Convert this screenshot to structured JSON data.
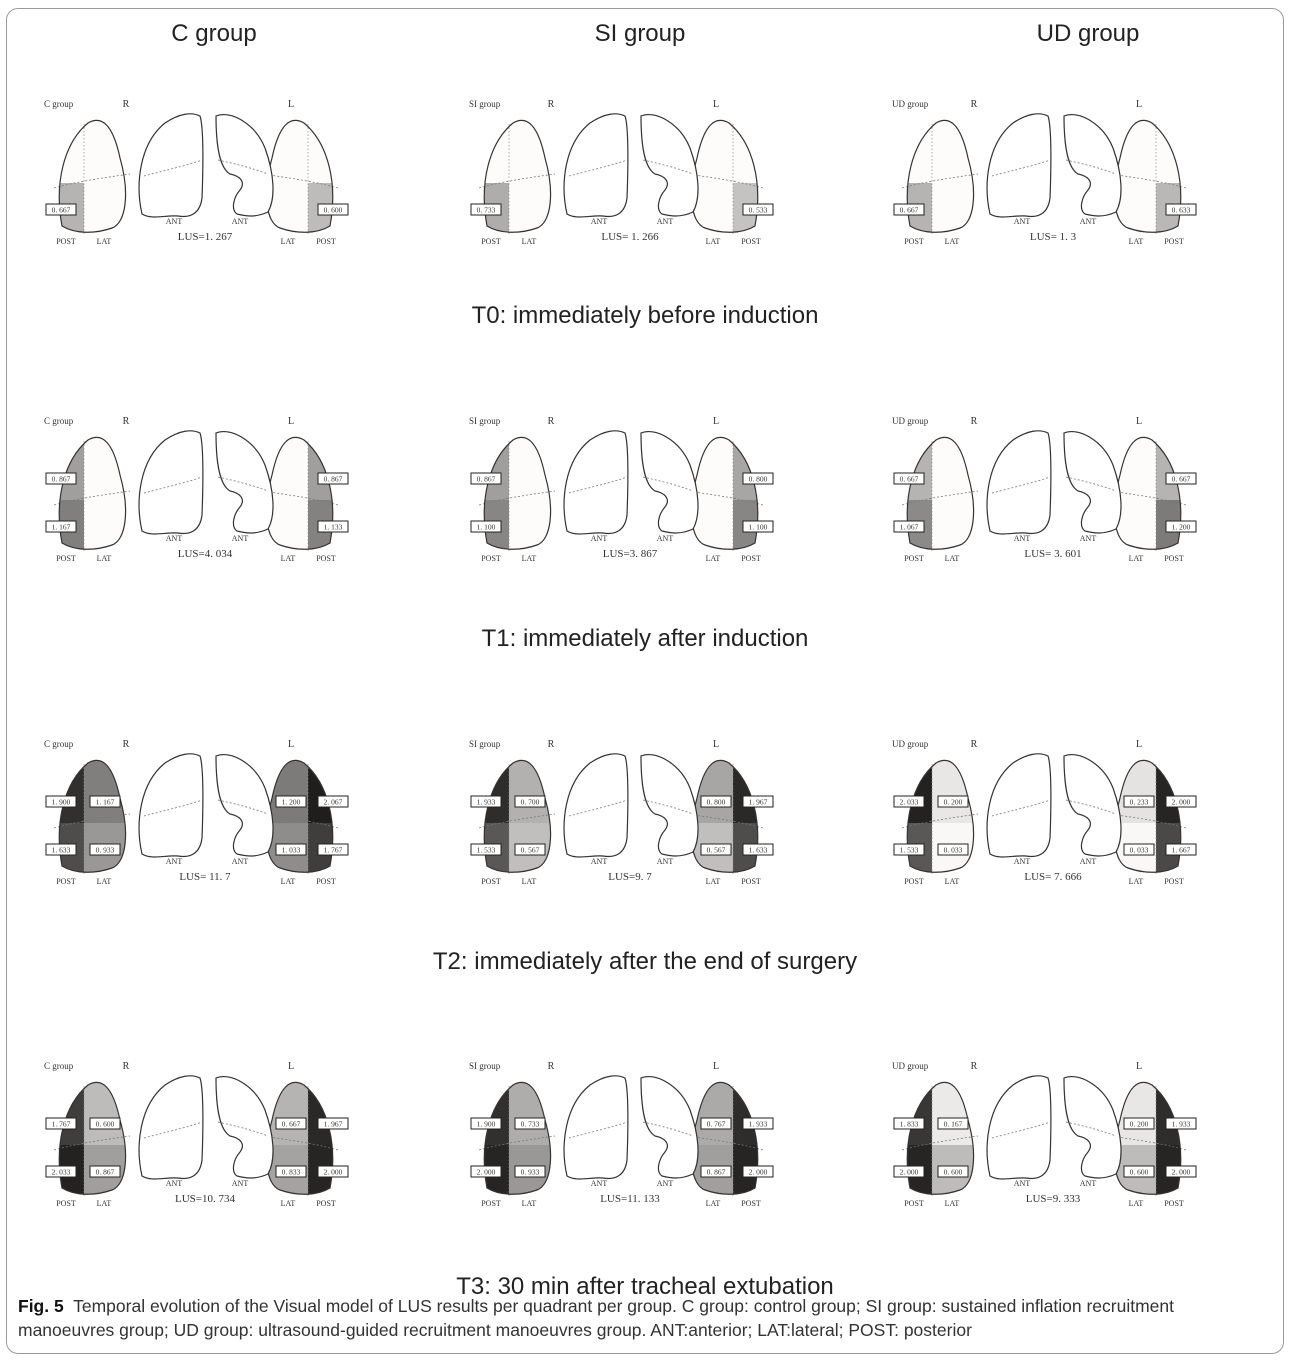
{
  "column_headers": [
    "C group",
    "SI   group",
    "UD group"
  ],
  "axis_words": {
    "R": "R",
    "L": "L",
    "ANT": "ANT",
    "LAT": "LAT",
    "POST": "POST"
  },
  "rows": [
    {
      "label": "T0: immediately before induction",
      "panels": [
        {
          "group_label": "C group",
          "lus": "LUS=1. 267",
          "right": {
            "ant_upper": 0.0,
            "ant_lower": 0.0,
            "post_upper": 0.0,
            "post_lower": 0.667
          },
          "left": {
            "ant_upper": 0.0,
            "ant_lower": 0.0,
            "post_upper": 0.0,
            "post_lower": 0.6
          },
          "labels": {
            "r_post_lower": "0. 667",
            "l_post_lower": "0. 600"
          }
        },
        {
          "group_label": "SI group",
          "lus": "LUS= 1. 266",
          "right": {
            "ant_upper": 0.0,
            "ant_lower": 0.0,
            "post_upper": 0.0,
            "post_lower": 0.733
          },
          "left": {
            "ant_upper": 0.0,
            "ant_lower": 0.0,
            "post_upper": 0.0,
            "post_lower": 0.533
          },
          "labels": {
            "r_post_lower": "0. 733",
            "l_post_lower": "0. 533"
          }
        },
        {
          "group_label": "UD group",
          "lus": "LUS= 1. 3",
          "right": {
            "ant_upper": 0.0,
            "ant_lower": 0.0,
            "post_upper": 0.0,
            "post_lower": 0.667
          },
          "left": {
            "ant_upper": 0.0,
            "ant_lower": 0.0,
            "post_upper": 0.0,
            "post_lower": 0.633
          },
          "labels": {
            "r_post_lower": "0. 667",
            "l_post_lower": "0. 633"
          }
        }
      ]
    },
    {
      "label": "T1: immediately after induction",
      "panels": [
        {
          "group_label": "C group",
          "lus": "LUS=4. 034",
          "right": {
            "ant_upper": 0.0,
            "ant_lower": 0.0,
            "post_upper": 0.867,
            "post_lower": 1.167
          },
          "left": {
            "ant_upper": 0.0,
            "ant_lower": 0.0,
            "post_upper": 0.867,
            "post_lower": 1.133
          },
          "labels": {
            "r_post_upper": "0. 867",
            "r_post_lower": "1. 167",
            "l_post_upper": "0. 867",
            "l_post_lower": "1. 133"
          }
        },
        {
          "group_label": "SI group",
          "lus": "LUS=3. 867",
          "right": {
            "ant_upper": 0.0,
            "ant_lower": 0.0,
            "post_upper": 0.867,
            "post_lower": 1.1
          },
          "left": {
            "ant_upper": 0.0,
            "ant_lower": 0.0,
            "post_upper": 0.8,
            "post_lower": 1.1
          },
          "labels": {
            "r_post_upper": "0. 867",
            "r_post_lower": "1. 100",
            "l_post_upper": "0. 800",
            "l_post_lower": "1. 100"
          }
        },
        {
          "group_label": "UD group",
          "lus": "LUS= 3. 601",
          "right": {
            "ant_upper": 0.0,
            "ant_lower": 0.0,
            "post_upper": 0.667,
            "post_lower": 1.067
          },
          "left": {
            "ant_upper": 0.0,
            "ant_lower": 0.0,
            "post_upper": 0.667,
            "post_lower": 1.2
          },
          "labels": {
            "r_post_upper": "0. 667",
            "r_post_lower": "1. 067",
            "l_post_upper": "0. 667",
            "l_post_lower": "1. 200"
          }
        }
      ]
    },
    {
      "label": "T2: immediately after the end of surgery",
      "panels": [
        {
          "group_label": "C group",
          "lus": "LUS= 11. 7",
          "right": {
            "ant_upper": 1.167,
            "ant_lower": 0.933,
            "post_upper": 1.9,
            "post_lower": 1.633
          },
          "left": {
            "ant_upper": 1.2,
            "ant_lower": 1.033,
            "post_upper": 2.067,
            "post_lower": 1.767
          },
          "labels": {
            "r_post_upper": "1. 900",
            "r_ant_upper": "1. 167",
            "r_post_lower": "1. 633",
            "r_ant_lower": "0. 933",
            "l_ant_upper": "1. 200",
            "l_post_upper": "2. 067",
            "l_ant_lower": "1. 033",
            "l_post_lower": "1. 767"
          }
        },
        {
          "group_label": "SI group",
          "lus": "LUS=9. 7",
          "right": {
            "ant_upper": 0.7,
            "ant_lower": 0.567,
            "post_upper": 1.933,
            "post_lower": 1.533
          },
          "left": {
            "ant_upper": 0.8,
            "ant_lower": 0.567,
            "post_upper": 1.967,
            "post_lower": 1.633
          },
          "labels": {
            "r_post_upper": "1. 933",
            "r_ant_upper": "0. 700",
            "r_post_lower": "1. 533",
            "r_ant_lower": "0. 567",
            "l_ant_upper": "0. 800",
            "l_post_upper": "1. 967",
            "l_ant_lower": "0. 567",
            "l_post_lower": "1. 633"
          }
        },
        {
          "group_label": "UD group",
          "lus": "LUS= 7. 666",
          "right": {
            "ant_upper": 0.2,
            "ant_lower": 0.033,
            "post_upper": 2.033,
            "post_lower": 1.533
          },
          "left": {
            "ant_upper": 0.233,
            "ant_lower": 0.033,
            "post_upper": 2.0,
            "post_lower": 1.667
          },
          "labels": {
            "r_post_upper": "2. 033",
            "r_ant_upper": "0. 200",
            "r_post_lower": "1. 533",
            "r_ant_lower": "0. 033",
            "l_ant_upper": "0. 233",
            "l_post_upper": "2. 000",
            "l_ant_lower": "0. 033",
            "l_post_lower": "1. 667"
          }
        }
      ]
    },
    {
      "label": "T3: 30 min after tracheal extubation",
      "panels": [
        {
          "group_label": "C group",
          "lus": "LUS=10. 734",
          "right": {
            "ant_upper": 0.6,
            "ant_lower": 0.867,
            "post_upper": 1.767,
            "post_lower": 2.033
          },
          "left": {
            "ant_upper": 0.667,
            "ant_lower": 0.833,
            "post_upper": 1.967,
            "post_lower": 2.0
          },
          "labels": {
            "r_post_upper": "1. 767",
            "r_ant_upper": "0. 600",
            "r_post_lower": "2. 033",
            "r_ant_lower": "0. 867",
            "l_ant_upper": "0. 667",
            "l_post_upper": "1. 967",
            "l_ant_lower": "0. 833",
            "l_post_lower": "2. 000"
          }
        },
        {
          "group_label": "SI group",
          "lus": "LUS=11. 133",
          "right": {
            "ant_upper": 0.733,
            "ant_lower": 0.933,
            "post_upper": 1.9,
            "post_lower": 2.0
          },
          "left": {
            "ant_upper": 0.767,
            "ant_lower": 0.867,
            "post_upper": 1.933,
            "post_lower": 2.0
          },
          "labels": {
            "r_post_upper": "1. 900",
            "r_ant_upper": "0. 733",
            "r_post_lower": "2. 000",
            "r_ant_lower": "0. 933",
            "l_ant_upper": "0. 767",
            "l_post_upper": "1. 933",
            "l_ant_lower": "0. 867",
            "l_post_lower": "2. 000"
          }
        },
        {
          "group_label": "UD group",
          "lus": "LUS=9. 333",
          "right": {
            "ant_upper": 0.167,
            "ant_lower": 0.6,
            "post_upper": 1.833,
            "post_lower": 2.0
          },
          "left": {
            "ant_upper": 0.2,
            "ant_lower": 0.6,
            "post_upper": 1.933,
            "post_lower": 2.0
          },
          "labels": {
            "r_post_upper": "1. 833",
            "r_ant_upper": "0. 167",
            "r_post_lower": "2. 000",
            "r_ant_lower": "0. 600",
            "l_ant_upper": "0. 200",
            "l_post_upper": "1. 933",
            "l_ant_lower": "0. 600",
            "l_post_lower": "2. 000"
          }
        }
      ]
    }
  ],
  "caption": {
    "fig_label": "Fig. 5",
    "text": "Temporal evolution of the Visual model of LUS results per quadrant per group. C group: control group; SI group: sustained inflation recruitment manoeuvres group; UD group: ultrasound-guided recruitment manoeuvres group. ANT:anterior; LAT:lateral; POST: posterior"
  }
}
